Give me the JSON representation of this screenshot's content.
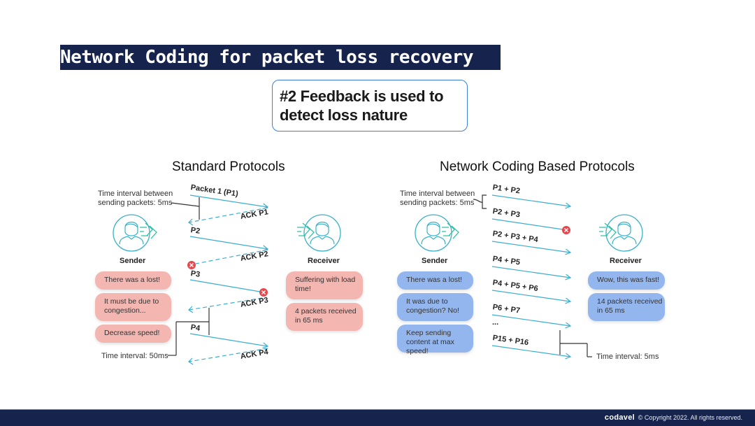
{
  "slide": {
    "title": "Network Coding for packet loss recovery",
    "callout": "#2  Feedback is used to detect loss nature"
  },
  "standard": {
    "heading": "Standard Protocols",
    "interval_label_1": "Time interval between",
    "interval_label_2": "sending packets: 5ms",
    "interval_bottom": "Time interval: 50ms",
    "sender_label": "Sender",
    "receiver_label": "Receiver",
    "packets": [
      "Packet 1 (P1)",
      "P2",
      "P3",
      "P4"
    ],
    "acks": [
      "ACK P1",
      "ACK P2",
      "ACK P3",
      "ACK P4"
    ],
    "sender_bubbles": [
      "There was a lost!",
      "It must be due to congestion...",
      "Decrease speed!"
    ],
    "receiver_bubbles": [
      "Suffering with load time!",
      "4 packets received in 65 ms"
    ],
    "bubble_color": "#f3b6b1"
  },
  "coding": {
    "heading": "Network Coding Based Protocols",
    "interval_label_1": "Time interval between",
    "interval_label_2": "sending packets: 5ms",
    "interval_bottom": "Time interval: 5ms",
    "sender_label": "Sender",
    "receiver_label": "Receiver",
    "packets": [
      "P1 + P2",
      "P2 + P3",
      "P2 + P3 + P4",
      "P4 + P5",
      "P4 + P5 + P6",
      "P6 + P7",
      "...",
      "P15 + P16"
    ],
    "sender_bubbles": [
      "There was a lost!",
      "It was due to congestion? No!",
      "Keep sending content at max speed!"
    ],
    "receiver_bubbles": [
      "Wow, this was fast!",
      "14 packets received in 65 ms"
    ],
    "bubble_color": "#94b6ee"
  },
  "colors": {
    "navy": "#16244d",
    "arrow": "#3aaed0",
    "loss": "#e5484d",
    "icon": "#3ab0c8",
    "icon_arrow": "#2fc2a6"
  },
  "footer": {
    "brand": "codavel",
    "copyright": "© Copyright 2022. All rights reserved."
  }
}
